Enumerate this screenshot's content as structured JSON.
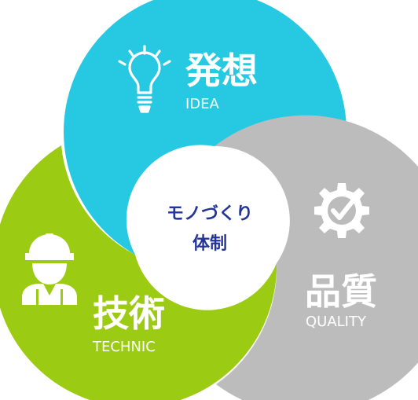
{
  "colors": {
    "idea": "#27c9e2",
    "technic": "#9ccb13",
    "quality": "#bcbcbc",
    "center_text": "#23359a",
    "background": "#ffffff"
  },
  "center": {
    "line1": "モノづくり",
    "line2": "体制"
  },
  "idea": {
    "title": "発想",
    "subtitle": "IDEA",
    "icon": "lightbulb-icon"
  },
  "quality": {
    "title": "品質",
    "subtitle": "QUALITY",
    "icon": "gear-check-icon"
  },
  "technic": {
    "title": "技術",
    "subtitle": "TECHNIC",
    "icon": "worker-helmet-icon"
  }
}
